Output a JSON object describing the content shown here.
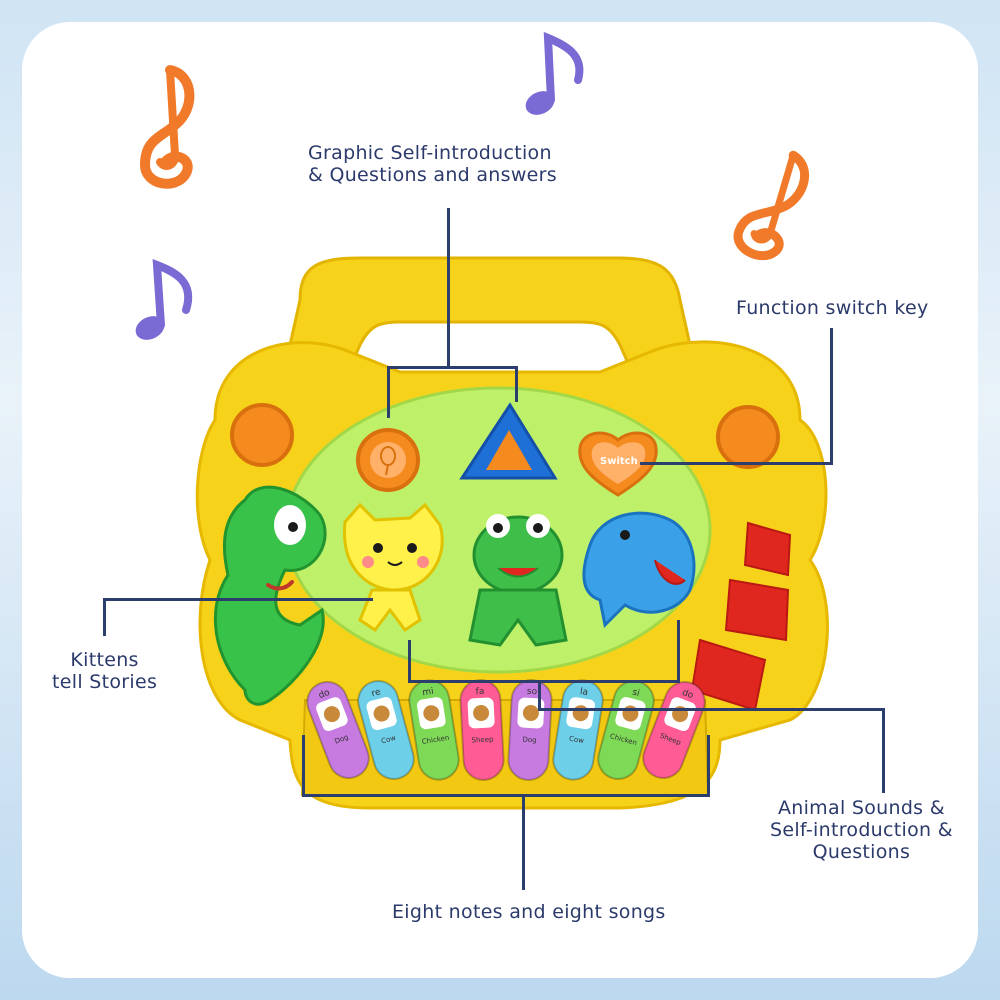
{
  "callouts": {
    "graphic": "Graphic Self-introduction\n& Questions and answers",
    "function_switch": "Function switch key",
    "kittens": "Kittens\ntell Stories",
    "animal_sounds": "Animal Sounds &\nSelf-introduction &\nQuestions",
    "eight_notes": "Eight notes and eight songs"
  },
  "toy": {
    "switch_button_label": "Switch",
    "keys": [
      {
        "note": "do",
        "animal": "Dog",
        "color": "#c77be0"
      },
      {
        "note": "re",
        "animal": "Cow",
        "color": "#6ecfe8"
      },
      {
        "note": "mi",
        "animal": "Chicken",
        "color": "#7ed957"
      },
      {
        "note": "fa",
        "animal": "Sheep",
        "color": "#ff5c95"
      },
      {
        "note": "so",
        "animal": "Dog",
        "color": "#c77be0"
      },
      {
        "note": "la",
        "animal": "Cow",
        "color": "#6ecfe8"
      },
      {
        "note": "si",
        "animal": "Chicken",
        "color": "#7ed957"
      },
      {
        "note": "do",
        "animal": "Sheep",
        "color": "#ff5c95"
      }
    ]
  },
  "colors": {
    "toy_body": "#f7d21a",
    "panel": "#bff06a",
    "accent_orange": "#f58a1f",
    "red_button": "#e0271f",
    "line": "#2c3e6e",
    "text": "#2b3a6b",
    "note_orange": "#f07a2a",
    "note_purple": "#7a6ad4"
  }
}
